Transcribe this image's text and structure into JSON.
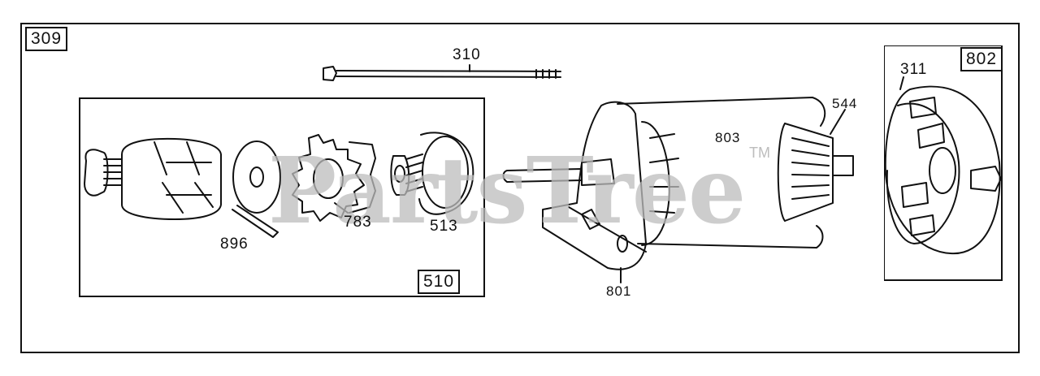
{
  "diagram": {
    "assembly_number": "309",
    "subassembly_number": "510",
    "housing_number": "802",
    "parts": {
      "bolt": "310",
      "drive_washer": "896",
      "gear": "783",
      "spring": "513",
      "bracket": "801",
      "motor": "803",
      "armature": "544",
      "end_cap": "311"
    }
  },
  "watermark": {
    "text": "PartsTree",
    "trademark": "TM"
  }
}
